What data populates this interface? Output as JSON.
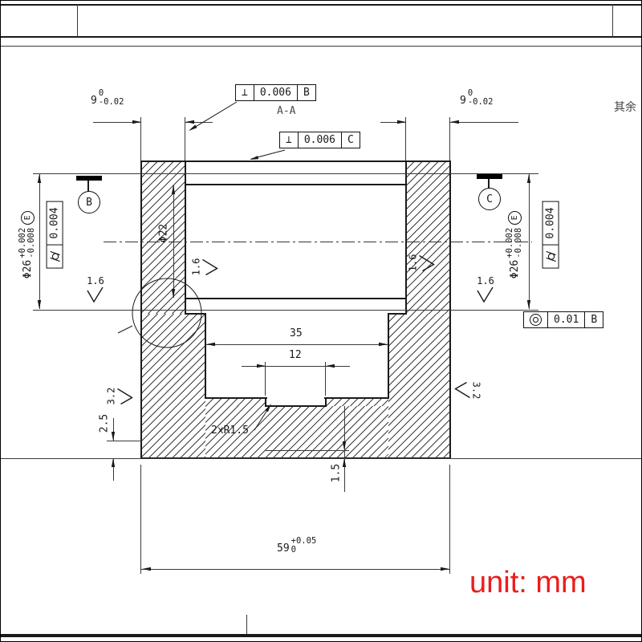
{
  "frame": {
    "top_note": "其余"
  },
  "section_label": "A-A",
  "unit_label": "unit: mm",
  "fcf1": {
    "symbol": "⊥",
    "value": "0.006",
    "datum": "B"
  },
  "fcf2": {
    "symbol": "⊥",
    "value": "0.006",
    "datum": "C"
  },
  "fcf3": {
    "value": "0.01",
    "datum": "B"
  },
  "datum_b": "B",
  "datum_c": "C",
  "dims": {
    "flange_left": {
      "nominal": "9",
      "upper": "0",
      "lower": "-0.02"
    },
    "flange_right": {
      "nominal": "9",
      "upper": "0",
      "lower": "-0.02"
    },
    "bore": "Φ22",
    "seat_left": {
      "nominal": "Φ26",
      "upper": "+0.002",
      "lower": "-0.008",
      "envelope": "E"
    },
    "seat_right": {
      "nominal": "Φ26",
      "upper": "+0.002",
      "lower": "-0.008",
      "envelope": "E"
    },
    "cylindricity_left": "0.004",
    "cylindricity_right": "0.004",
    "pocket_width": "35",
    "groove_width": "12",
    "fillet_note": "2xR1.5",
    "step_height": "2.5",
    "groove_depth": "1.5",
    "overall_width": {
      "nominal": "59",
      "upper": "+0.05",
      "lower": "0"
    }
  },
  "roughness": {
    "bore_left": "1.6",
    "inner_left": "1.6",
    "inner_right": "1.6",
    "bore_right": "1.6",
    "face_left": "3.2",
    "face_right": "3.2"
  }
}
